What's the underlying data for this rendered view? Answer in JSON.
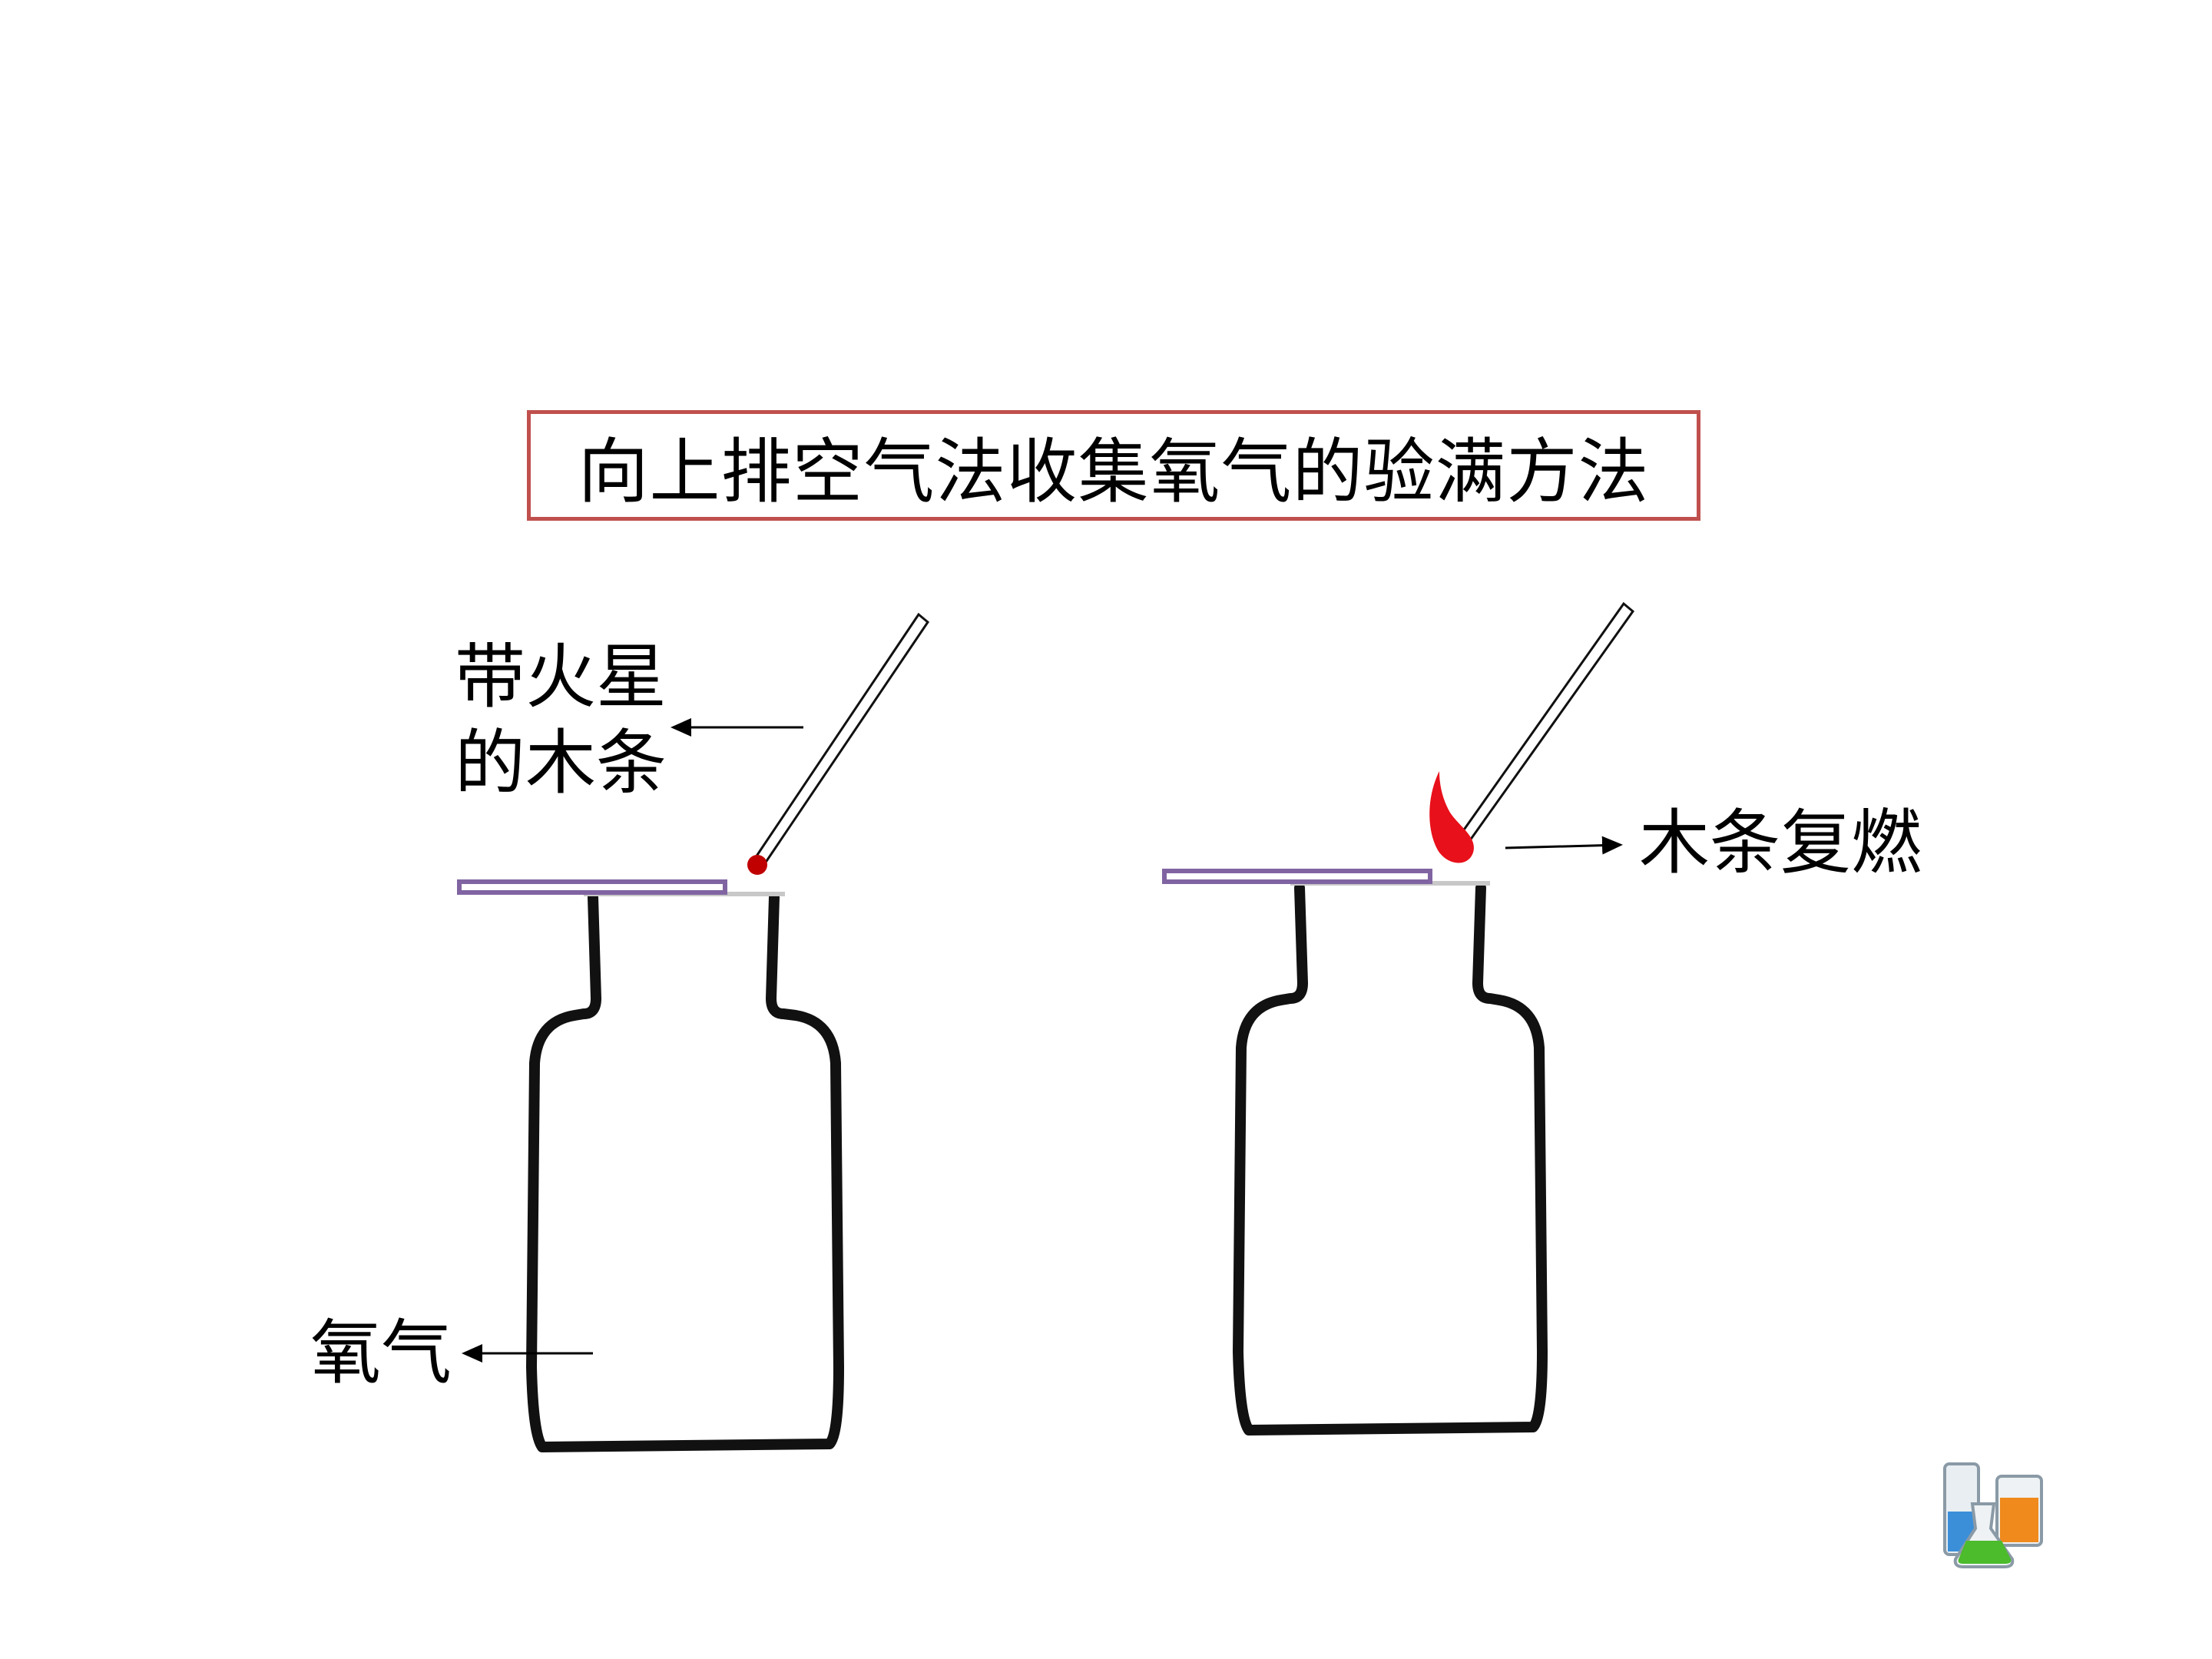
{
  "title": "向上排空气法收集氧气的验满方法",
  "labels": {
    "glowing_splint_line1": "带火星",
    "glowing_splint_line2": "的木条",
    "oxygen": "氧气",
    "splint_reignites": "木条复燃"
  },
  "colors": {
    "title_border": "#c0504d",
    "glass_plate": "#8064a2",
    "ember": "#c00000",
    "flame": "#e8101a",
    "outline": "#111111"
  },
  "icons": {
    "lab_glassware": "beakers-icon"
  }
}
